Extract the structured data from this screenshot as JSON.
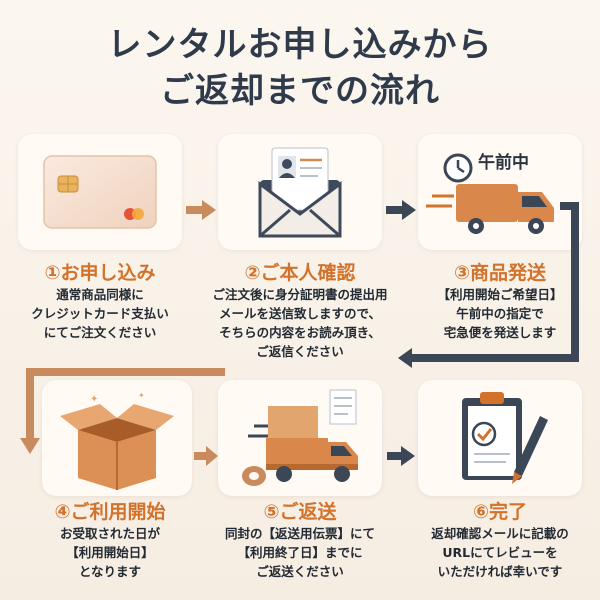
{
  "title": {
    "line1": "レンタルお申し込みから",
    "line2": "ご返却までの流れ"
  },
  "icons": {
    "step1": "credit-card-icon",
    "step2": "id-document-envelope-icon",
    "step3": "delivery-truck-icon",
    "step4": "open-box-icon",
    "step5": "return-truck-icon",
    "step6": "clipboard-check-icon"
  },
  "step3_clock_label": "午前中",
  "colors": {
    "accent": "#d2722b",
    "dark": "#3b4656"
  },
  "steps": [
    {
      "title": "①お申し込み",
      "lines": [
        "通常商品同様に",
        "クレジットカード支払い",
        "にてご注文ください"
      ]
    },
    {
      "title": "②ご本人確認",
      "lines": [
        "ご注文後に身分証明書の提出用",
        "メールを送信致しますので、",
        "そちらの内容をお読み頂き、",
        "ご返信ください"
      ]
    },
    {
      "title": "③商品発送",
      "lines": [
        "【利用開始ご希望日】",
        "午前中の指定で",
        "宅急便を発送します"
      ]
    },
    {
      "title": "④ご利用開始",
      "lines": [
        "お受取された日が",
        "【利用開始日】",
        "となります"
      ]
    },
    {
      "title": "⑤ご返送",
      "lines": [
        "同封の【返送用伝票】にて",
        "【利用終了日】までに",
        "ご返送ください"
      ]
    },
    {
      "title": "⑥完了",
      "lines": [
        "返却確認メールに記載の",
        "URLにてレビューを",
        "いただければ幸いです"
      ]
    }
  ]
}
